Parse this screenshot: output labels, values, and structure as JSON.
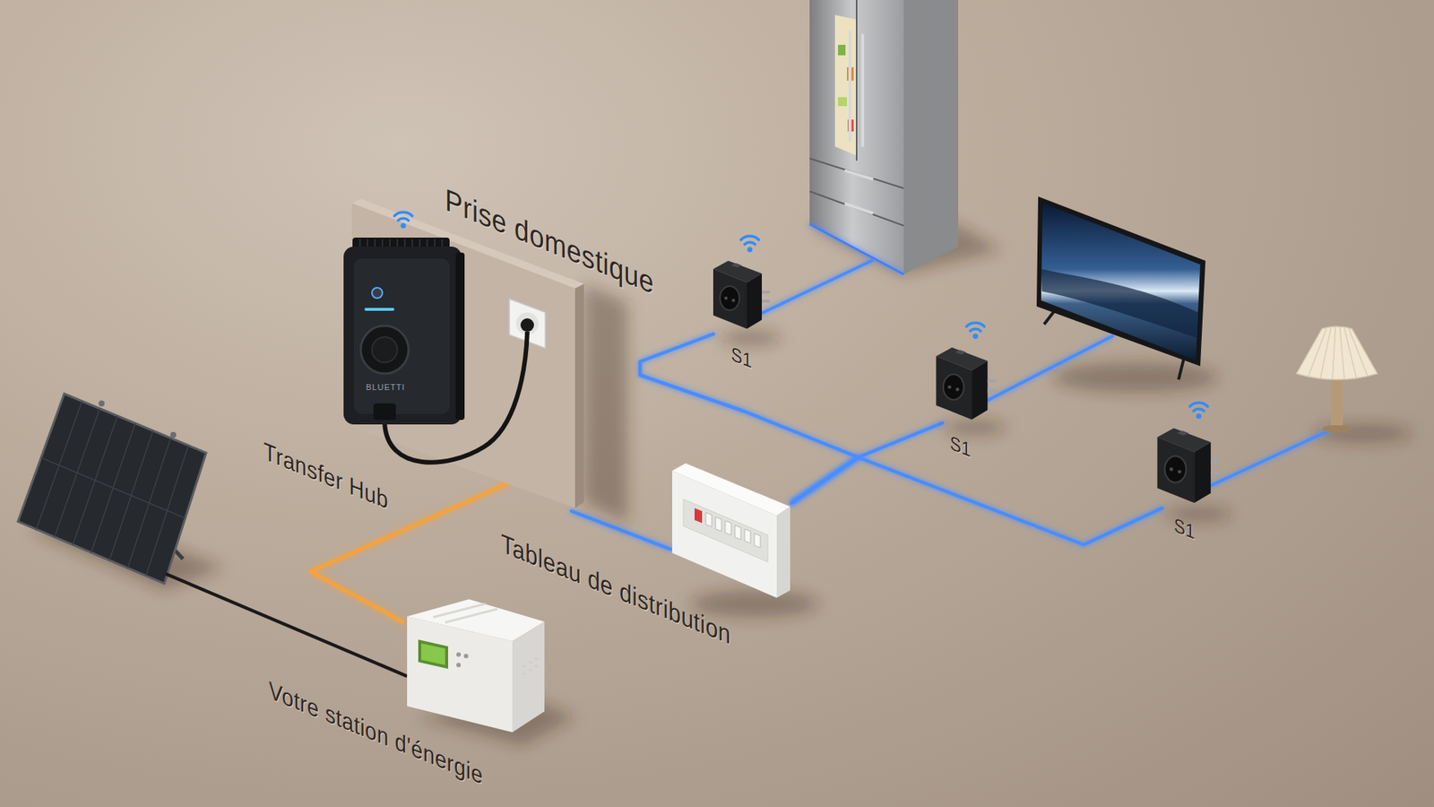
{
  "diagram": {
    "nodes": [
      {
        "text": [
          "Prise domestique"
        ]
      },
      {
        "text": [
          "Transfer Hub"
        ],
        "in": 0
      },
      {
        "text": [
          "S1"
        ]
      },
      {
        "text": [
          "S1"
        ]
      },
      {
        "text": [
          "S1"
        ]
      },
      {
        "text": [
          "Tableau de distribution"
        ]
      },
      {
        "text": [
          "Votre station d'énergie"
        ]
      }
    ],
    "edges": [
      {
        "from": 6,
        "to": 1,
        "arrow": "none"
      },
      {
        "from": 0,
        "to": 5,
        "arrow": "none"
      },
      {
        "from": 5,
        "to": 2,
        "arrow": "none"
      },
      {
        "from": 5,
        "to": 3,
        "arrow": "none"
      },
      {
        "from": 5,
        "to": 4,
        "arrow": "none"
      }
    ],
    "labels": [
      "BLUETTI"
    ]
  }
}
